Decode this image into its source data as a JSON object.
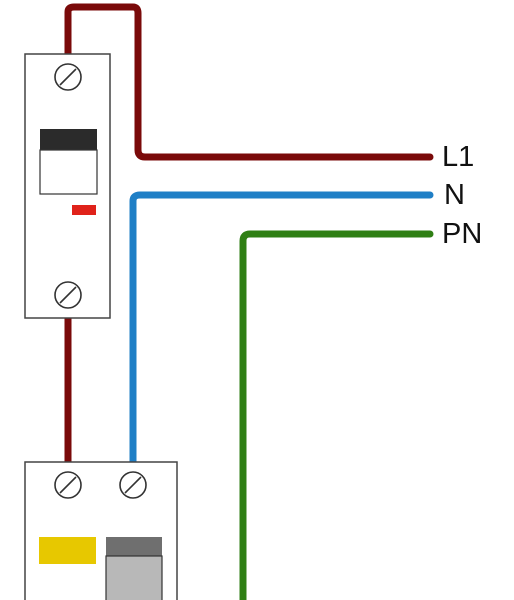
{
  "labels": {
    "l1": "L1",
    "n": "N",
    "pn": "PN"
  },
  "colors": {
    "line_wire": "#7a0a0a",
    "neutral_wire": "#1f7fc6",
    "protective_wire": "#2f7f14",
    "breaker_handle_top": "#2b2b2b",
    "breaker_indicator": "#e0221a",
    "rcd_test_button": "#e7c800",
    "rcd_handle_top": "#6f6f6f",
    "rcd_handle_body": "#b8b8b8"
  },
  "icons": [
    "screw-icon"
  ]
}
